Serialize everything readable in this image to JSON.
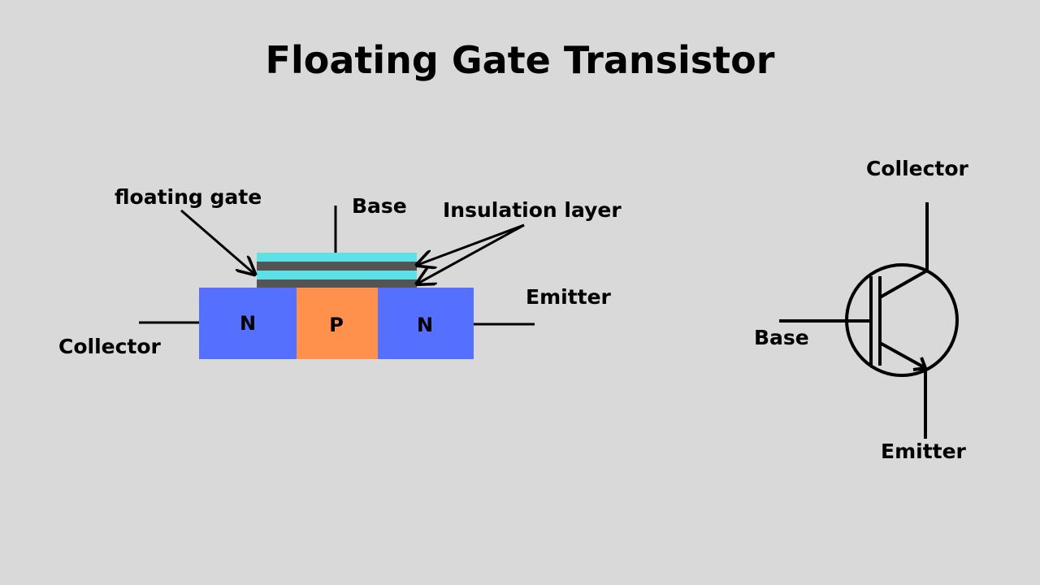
{
  "title": "Floating Gate Transistor",
  "structure": {
    "labels": {
      "floating_gate": "floating gate",
      "base": "Base",
      "insulation_layer": "Insulation layer",
      "emitter": "Emitter",
      "collector": "Collector"
    },
    "regions": [
      "N",
      "P",
      "N"
    ],
    "colors": {
      "n_region": "#5570ff",
      "p_region": "#ff914d",
      "gate_layer": "#5ce1e6",
      "insulation": "#545454"
    }
  },
  "symbol": {
    "labels": {
      "collector": "Collector",
      "base": "Base",
      "emitter": "Emitter"
    }
  }
}
